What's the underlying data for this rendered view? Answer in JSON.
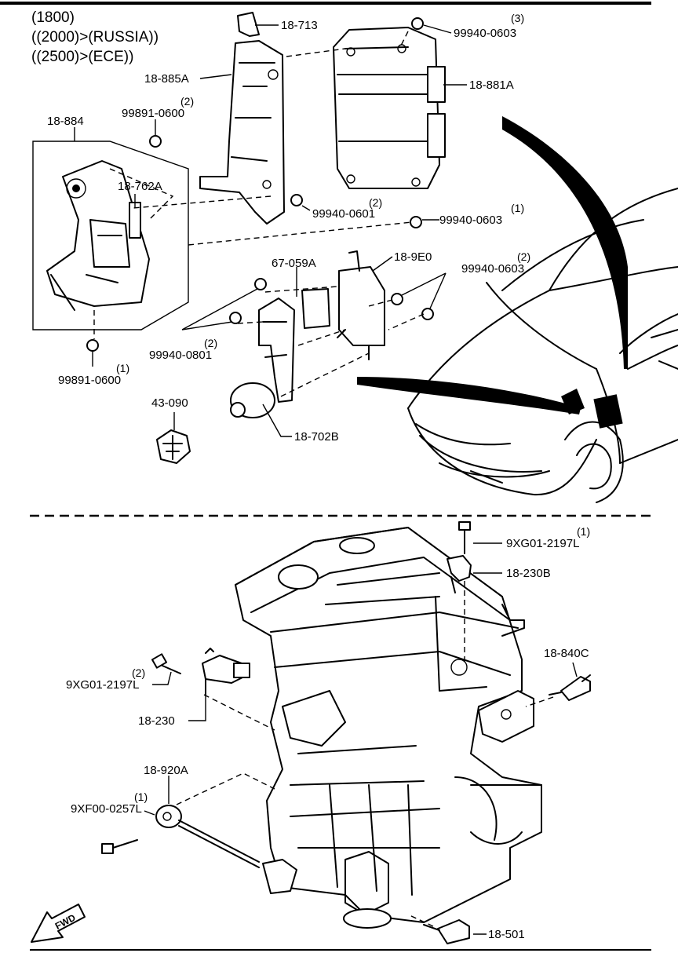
{
  "header": {
    "line1": "(1800)",
    "line2": "((2000)>(RUSSIA))",
    "line3": "((2500)>(ECE))"
  },
  "parts": {
    "p18_713": "18-713",
    "p99940_0603_top": "99940-0603",
    "p99940_0603_top_qty": "(3)",
    "p18_885A": "18-885A",
    "p18_881A": "18-881A",
    "p99891_0600_top": "99891-0600",
    "p99891_0600_top_qty": "(2)",
    "p18_884": "18-884",
    "p18_762A": "18-762A",
    "p99940_0601": "99940-0601",
    "p99940_0601_qty": "(2)",
    "p99940_0603_mid": "99940-0603",
    "p99940_0603_mid_qty": "(1)",
    "p67_059A": "67-059A",
    "p18_9E0": "18-9E0",
    "p99940_0603_right": "99940-0603",
    "p99940_0603_right_qty": "(2)",
    "p99940_0801": "99940-0801",
    "p99940_0801_qty": "(2)",
    "p99891_0600_bot": "99891-0600",
    "p99891_0600_bot_qty": "(1)",
    "p43_090": "43-090",
    "p18_702B": "18-702B",
    "p9XG01_2197L_top": "9XG01-2197L",
    "p9XG01_2197L_top_qty": "(1)",
    "p18_230B": "18-230B",
    "p18_840C": "18-840C",
    "p9XG01_2197L_left": "9XG01-2197L",
    "p9XG01_2197L_left_qty": "(2)",
    "p18_230": "18-230",
    "p18_920A": "18-920A",
    "p9XF00_0257L": "9XF00-0257L",
    "p9XF00_0257L_qty": "(1)",
    "p18_501": "18-501"
  },
  "fwd_label": "FWD"
}
